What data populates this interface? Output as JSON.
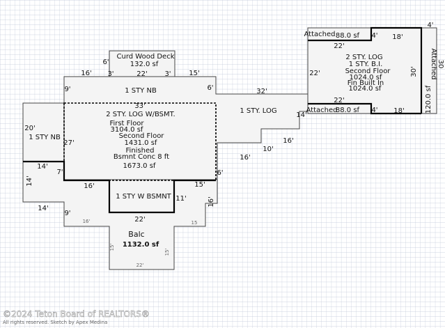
{
  "colors": {
    "background": "#ffffff",
    "grid": "#bcc3d6",
    "room_fill": "#f4f4f4",
    "outline": "#444444",
    "thick_wall": "#000000",
    "watermark": "#ffffff"
  },
  "rooms": {
    "deck": {
      "name": "Curd Wood Deck",
      "area": "132.0 sf"
    },
    "nb_top": {
      "name": "1 STY NB"
    },
    "main": {
      "name": "2 STY. LOG W/BSMT.",
      "first_floor_label": "First Floor",
      "first_floor_area": "3104.0 sf",
      "second_floor_label": "Second Floor",
      "second_floor_area": "1431.0 sf",
      "finished_label": "Finished",
      "basement_label": "Bsmnt Conc 8 ft",
      "basement_area": "1673.0 sf"
    },
    "log1": {
      "name": "1 STY. LOG"
    },
    "nb_left": {
      "name": "1 STY NB"
    },
    "bsmnt": {
      "name": "1 STY W BSMNT"
    },
    "balc": {
      "name": "Balc",
      "area": "1132.0 sf"
    },
    "two_sty": {
      "name1": "2 STY. LOG",
      "name2": "1 STY. B.I.",
      "second_floor_label": "Second Floor",
      "second_floor_area": "1024.0 sf",
      "fin_label": "Fin Built In",
      "fin_area": "1024.0 sf"
    },
    "attached_top": {
      "label": "Attached",
      "area": "88.0 sf"
    },
    "attached_bottom": {
      "label": "Attached",
      "area": "88.0 sf"
    },
    "attached_right": {
      "label": "Attached",
      "area": "120.0 sf"
    }
  },
  "dimensions": {
    "deck_6": "6'",
    "deck_3a": "3'",
    "deck_22": "22'",
    "deck_3b": "3'",
    "top_16": "16'",
    "top_15": "15'",
    "nb_9": "9'",
    "nb_6": "6'",
    "main_33": "33'",
    "log_32": "32'",
    "nb_left_20": "20'",
    "main_27": "27'",
    "log_14": "14'",
    "step_16a": "16'",
    "step_10": "10'",
    "step_16b": "16'",
    "left_14a": "14'",
    "left_7": "7'",
    "left_14b": "14'",
    "left_16": "16'",
    "mid_15": "15'",
    "mid_6": "6'",
    "bs_11": "11'",
    "bs_16": "16'",
    "bs_22": "22'",
    "left_14c": "14'",
    "left_9": "9'",
    "right_4a": "4'",
    "right_18a": "18'",
    "right_22a": "22'",
    "right_22b": "22'",
    "right_30": "30'",
    "right_22c": "22'",
    "right_4b": "4'",
    "right_18b": "18'",
    "right_4c": "4'",
    "edge_30": "30"
  },
  "balc_dims": {
    "top_left": "16'",
    "top_right": "15",
    "left": "15'",
    "right": "15'",
    "bottom": "22'"
  },
  "watermark": {
    "copyright": "©2024 Teton Board of REALTORS®",
    "credit": "All rights reserved. Sketch by Apex Medina"
  }
}
